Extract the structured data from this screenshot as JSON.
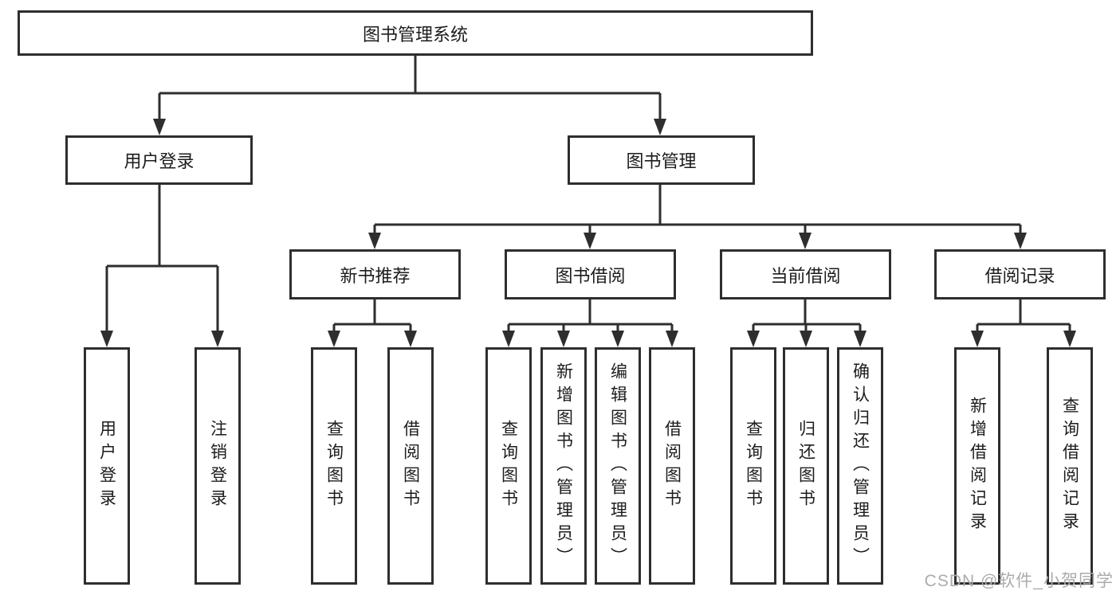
{
  "colors": {
    "background": "#ffffff",
    "line": "#2e2e2e",
    "box_border": "#2e2e2e",
    "text": "#1c1c1c",
    "watermark": "#ababab"
  },
  "watermark": "CSDN @软件_小贺同学",
  "tree": {
    "label": "图书管理系统",
    "children": [
      {
        "label": "用户登录",
        "children": [
          {
            "label": "用户登录"
          },
          {
            "label": "注销登录"
          }
        ]
      },
      {
        "label": "图书管理",
        "children": [
          {
            "label": "新书推荐",
            "children": [
              {
                "label": "查询图书"
              },
              {
                "label": "借阅图书"
              }
            ]
          },
          {
            "label": "图书借阅",
            "children": [
              {
                "label": "查询图书"
              },
              {
                "label": "新增图书（管理员）"
              },
              {
                "label": "编辑图书（管理员）"
              },
              {
                "label": "借阅图书"
              }
            ]
          },
          {
            "label": "当前借阅",
            "children": [
              {
                "label": "查询图书"
              },
              {
                "label": "归还图书"
              },
              {
                "label": "确认归还（管理员）"
              }
            ]
          },
          {
            "label": "借阅记录",
            "children": [
              {
                "label": "新增借阅记录"
              },
              {
                "label": "查询借阅记录"
              }
            ]
          }
        ]
      }
    ]
  }
}
